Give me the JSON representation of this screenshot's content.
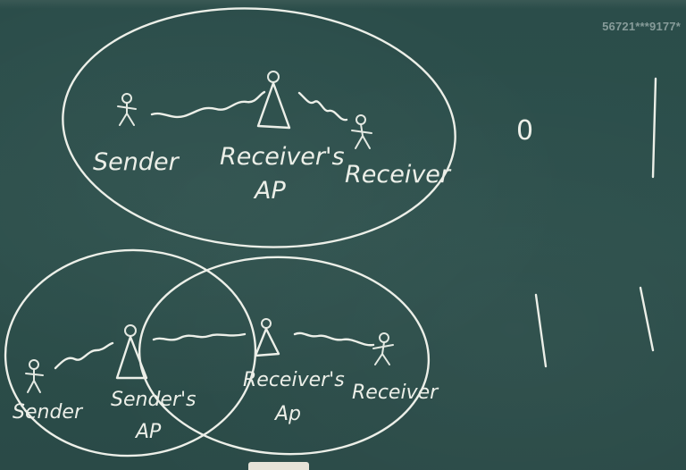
{
  "watermark": "56721***9177*",
  "top_scenario": {
    "sender_label": "Sender",
    "ap_label_line1": "Receiver's",
    "ap_label_line2": "AP",
    "receiver_label": "Receiver"
  },
  "bottom_scenario": {
    "sender_label": "Sender",
    "sender_ap_line1": "Sender's",
    "sender_ap_line2": "AP",
    "receiver_ap_line1": "Receiver's",
    "receiver_ap_line2": "Ap",
    "receiver_label": "Receiver"
  },
  "side_marks": {
    "top_left": "0",
    "top_right": "1",
    "bottom_left": "1",
    "bottom_right": "1"
  },
  "colors": {
    "board": "#2b4d4a",
    "chalk": "#ecefe8"
  }
}
